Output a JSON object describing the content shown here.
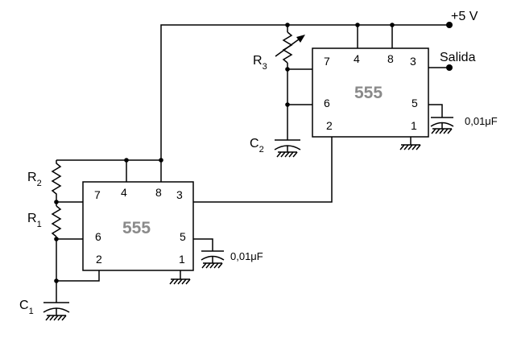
{
  "supply": {
    "label": "+5 V"
  },
  "output": {
    "label": "Salida"
  },
  "timer_top": {
    "title": "555",
    "pins": {
      "p7": "7",
      "p4": "4",
      "p8": "8",
      "p3": "3",
      "p6": "6",
      "p5": "5",
      "p2": "2",
      "p1": "1"
    },
    "cap_label": "0,01μF"
  },
  "timer_bottom": {
    "title": "555",
    "pins": {
      "p7": "7",
      "p4": "4",
      "p8": "8",
      "p3": "3",
      "p6": "6",
      "p5": "5",
      "p2": "2",
      "p1": "1"
    },
    "cap_label": "0,01μF"
  },
  "components": {
    "r1": {
      "letter": "R",
      "sub": "1"
    },
    "r2": {
      "letter": "R",
      "sub": "2"
    },
    "r3": {
      "letter": "R",
      "sub": "3"
    },
    "c1": {
      "letter": "C",
      "sub": "1"
    },
    "c2": {
      "letter": "C",
      "sub": "2"
    }
  }
}
